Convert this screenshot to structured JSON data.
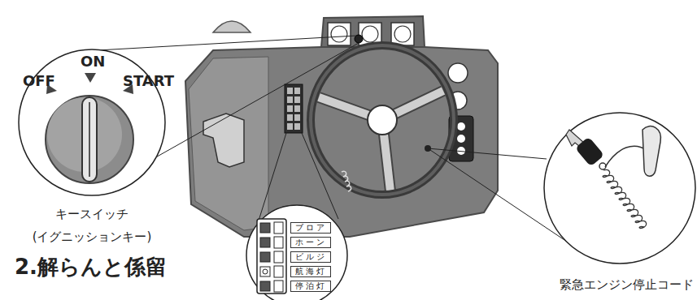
{
  "diagram": {
    "title": "2.解らんと係留",
    "nodes": [
      {
        "text": [
          "OFF",
          "ON",
          "START"
        ]
      },
      {
        "text": [
          "ブロア"
        ]
      },
      {
        "text": [
          "ホーン"
        ]
      },
      {
        "text": [
          "ビルジ"
        ]
      },
      {
        "text": [
          "航海灯"
        ]
      },
      {
        "text": [
          "停泊灯"
        ]
      }
    ],
    "labels": [
      "キースイッチ (イグニッションキー)",
      "緊急エンジン停止コード"
    ]
  }
}
